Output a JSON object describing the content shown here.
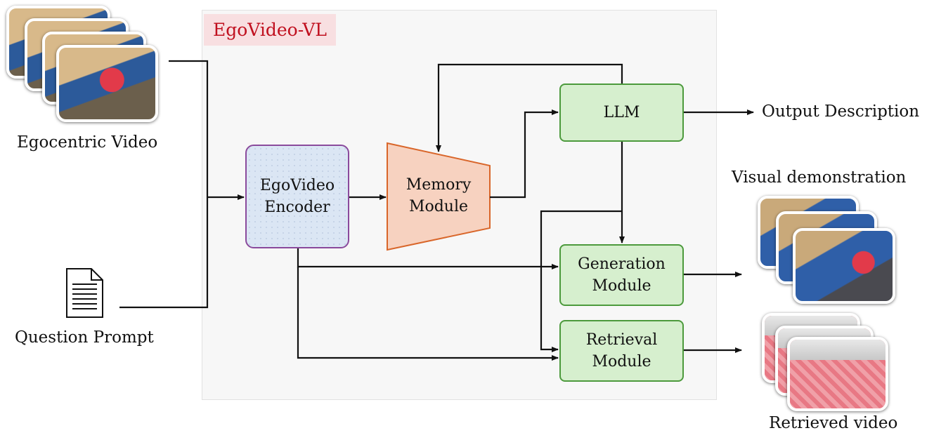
{
  "panel": {
    "title": "EgoVideo-VL"
  },
  "inputs": {
    "video_label": "Egocentric Video",
    "prompt_label": "Question Prompt"
  },
  "modules": {
    "encoder": [
      "EgoVideo",
      "Encoder"
    ],
    "memory": [
      "Memory",
      "Module"
    ],
    "llm": "LLM",
    "generation": [
      "Generation",
      "Module"
    ],
    "retrieval": [
      "Retrieval",
      "Module"
    ]
  },
  "outputs": {
    "description": "Output Description",
    "visual": "Visual demonstration",
    "retrieved": "Retrieved video"
  },
  "colors": {
    "panel_title_text": "#c0101f",
    "encoder_border": "#8a4a9c",
    "memory_fill": "#f7d2c0",
    "memory_border": "#d9662a",
    "module_fill": "#d6efce",
    "module_border": "#4c9a3c"
  },
  "icons": {
    "prompt": "document-icon"
  }
}
